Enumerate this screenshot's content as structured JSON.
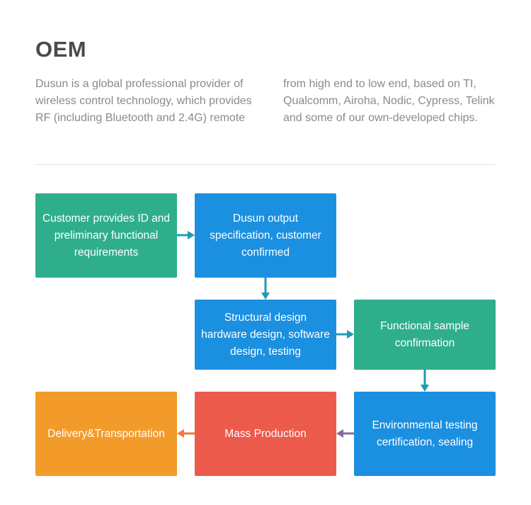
{
  "header": {
    "title": "OEM",
    "intro_left": "Dusun is a global professional provider of wireless control technology, which provides RF (including Bluetooth and 2.4G) remote",
    "intro_right": "from high end to low end, based on TI, Qualcomm, Airoha, Nodic, Cypress, Telink and some of our own-developed chips."
  },
  "flow": {
    "step1": "Customer provides ID and preliminary functional requirements",
    "step2": "Dusun output specification, customer confirmed",
    "step3": "Structural design hardware design, software design, testing",
    "step4": "Functional sample confirmation",
    "step5": "Environmental testing certification, sealing",
    "step6": "Mass Production",
    "step7": "Delivery&Transportation"
  },
  "colors": {
    "green": "#2fae8c",
    "blue": "#1b8fe0",
    "red": "#ec5a4b",
    "orange": "#f39b2a",
    "arrow_teal": "#1f9bb5",
    "arrow_purple": "#8a6a9e",
    "arrow_orange": "#ef7a3a"
  }
}
